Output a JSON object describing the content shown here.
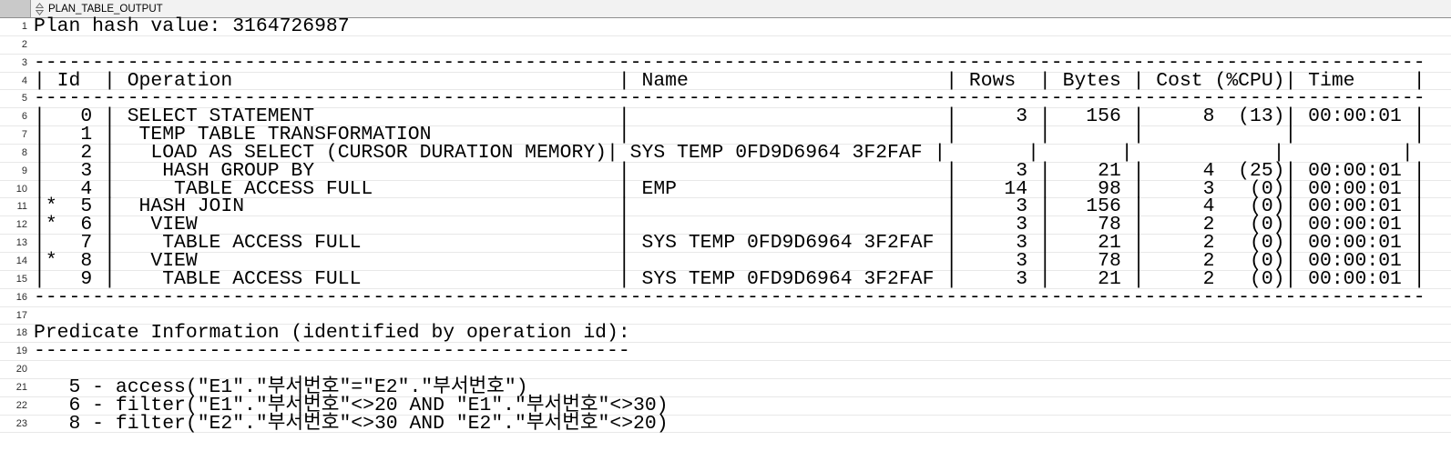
{
  "header": {
    "column_title": "PLAN_TABLE_OUTPUT"
  },
  "colors": {
    "header_bg": "#f2f2f2",
    "corner_bg": "#c9c9c9",
    "header_border": "#8f8f8f",
    "row_separator": "#e8e8e8",
    "text": "#000000",
    "line_number": "#2b2b2b",
    "sort_icon_gray": "#707070"
  },
  "editor": {
    "lines": [
      {
        "n": 1,
        "text": "Plan hash value: 3164726987"
      },
      {
        "n": 2,
        "text": ""
      },
      {
        "n": 3,
        "text": "-----------------------------------------------------------------------------------------------------------------------"
      },
      {
        "n": 4,
        "text": "| Id  | Operation                                 | Name                      | Rows  | Bytes | Cost (%CPU)| Time     |"
      },
      {
        "n": 5,
        "text": "-----------------------------------------------------------------------------------------------------------------------"
      },
      {
        "n": 6,
        "text": "|   0 | SELECT STATEMENT                          |                           |     3 |   156 |     8  (13)| 00:00:01 |"
      },
      {
        "n": 7,
        "text": "|   1 |  TEMP TABLE TRANSFORMATION                |                           |       |       |            |          |"
      },
      {
        "n": 8,
        "text": "|   2 |   LOAD AS SELECT (CURSOR DURATION MEMORY)| SYS TEMP 0FD9D6964 3F2FAF |       |       |            |          |"
      },
      {
        "n": 9,
        "text": "|   3 |    HASH GROUP BY                          |                           |     3 |    21 |     4  (25)| 00:00:01 |"
      },
      {
        "n": 10,
        "text": "|   4 |     TABLE ACCESS FULL                     | EMP                       |    14 |    98 |     3   (0)| 00:00:01 |"
      },
      {
        "n": 11,
        "text": "|*  5 |  HASH JOIN                                |                           |     3 |   156 |     4   (0)| 00:00:01 |"
      },
      {
        "n": 12,
        "text": "|*  6 |   VIEW                                    |                           |     3 |    78 |     2   (0)| 00:00:01 |"
      },
      {
        "n": 13,
        "text": "|   7 |    TABLE ACCESS FULL                      | SYS TEMP 0FD9D6964 3F2FAF |     3 |    21 |     2   (0)| 00:00:01 |"
      },
      {
        "n": 14,
        "text": "|*  8 |   VIEW                                    |                           |     3 |    78 |     2   (0)| 00:00:01 |"
      },
      {
        "n": 15,
        "text": "|   9 |    TABLE ACCESS FULL                      | SYS TEMP 0FD9D6964 3F2FAF |     3 |    21 |     2   (0)| 00:00:01 |"
      },
      {
        "n": 16,
        "text": "-----------------------------------------------------------------------------------------------------------------------"
      },
      {
        "n": 17,
        "text": ""
      },
      {
        "n": 18,
        "text": "Predicate Information (identified by operation id):"
      },
      {
        "n": 19,
        "text": "---------------------------------------------------"
      },
      {
        "n": 20,
        "text": ""
      },
      {
        "n": 21,
        "text": "   5 - access(\"E1\".\"부서번호\"=\"E2\".\"부서번호\")"
      },
      {
        "n": 22,
        "text": "   6 - filter(\"E1\".\"부서번호\"<>20 AND \"E1\".\"부서번호\"<>30)"
      },
      {
        "n": 23,
        "text": "   8 - filter(\"E2\".\"부서번호\"<>30 AND \"E2\".\"부서번호\"<>20)"
      }
    ]
  }
}
